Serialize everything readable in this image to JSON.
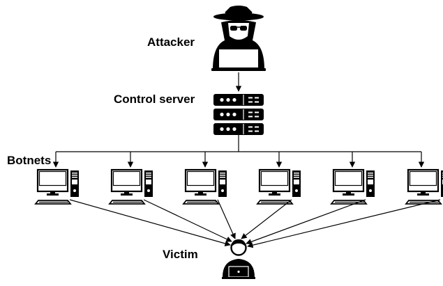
{
  "labels": {
    "attacker": "Attacker",
    "control_server": "Control server",
    "botnets": "Botnets",
    "victim": "Victim"
  },
  "botnet_count": 6,
  "colors": {
    "ink": "#000000",
    "paper": "#ffffff"
  },
  "icons": {
    "attacker": "hacker-icon",
    "control_server": "server-rack-icon",
    "bot": "desktop-computer-icon",
    "victim": "user-laptop-icon"
  }
}
